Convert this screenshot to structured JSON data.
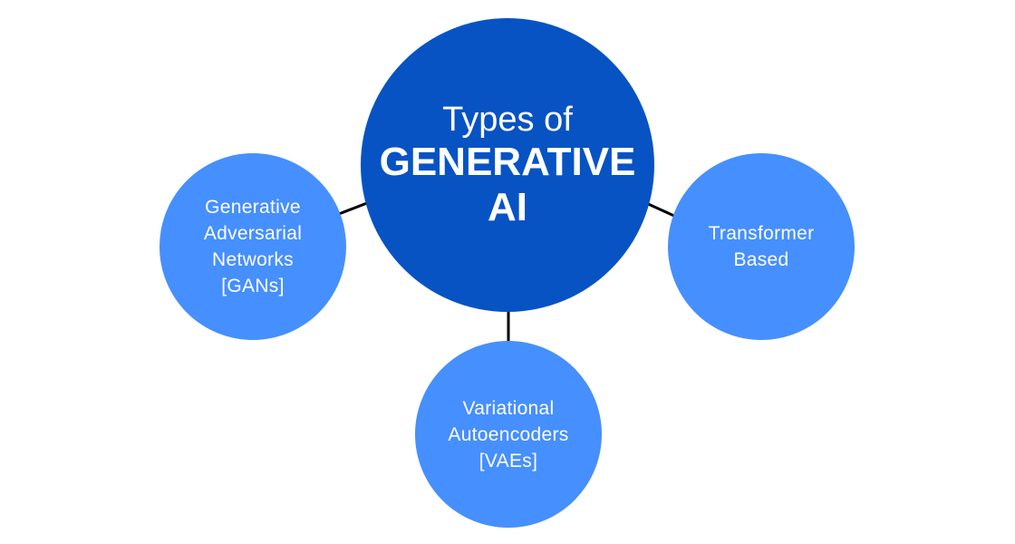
{
  "colors": {
    "center": "#0753c4",
    "satellite": "#468ffe",
    "connector": "#000000",
    "text": "#ffffff"
  },
  "center": {
    "line1": "Types of",
    "line2": "GENERATIVE",
    "line3": "AI"
  },
  "nodes": {
    "gans": {
      "line1": "Generative",
      "line2": "Adversarial",
      "line3": "Networks",
      "line4": "[GANs]"
    },
    "transformer": {
      "line1": "Transformer",
      "line2": "Based"
    },
    "vaes": {
      "line1": "Variational",
      "line2": "Autoencoders",
      "line3": "[VAEs]"
    }
  }
}
